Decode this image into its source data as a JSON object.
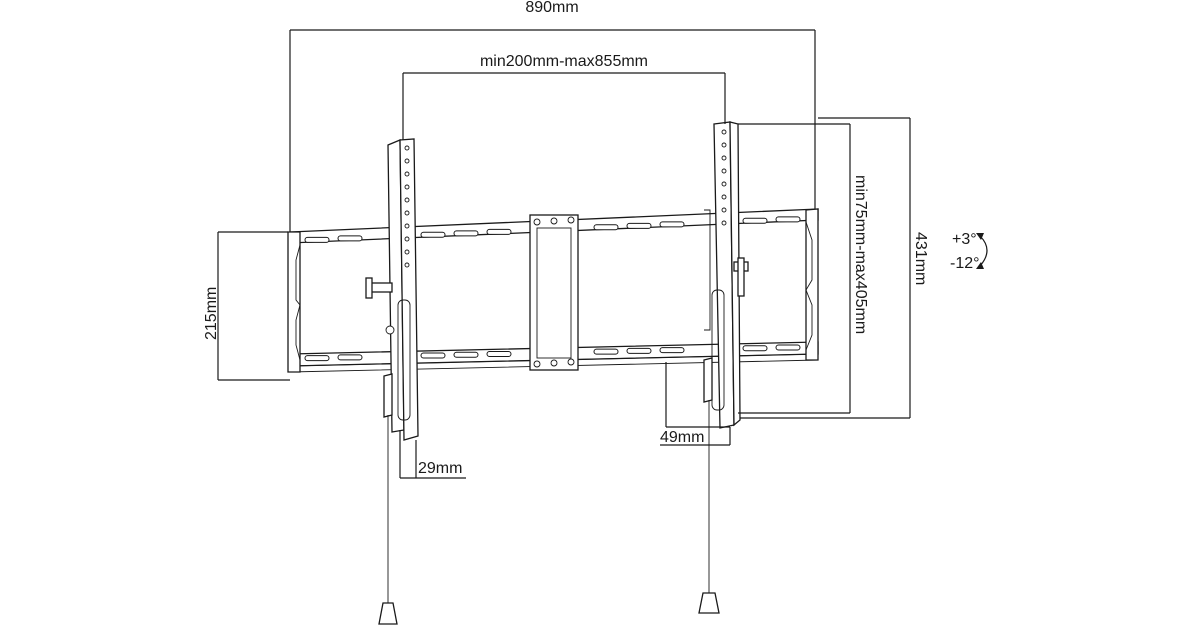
{
  "dimensions": {
    "overall_width": "890mm",
    "vesa_horizontal": "min200mm-max855mm",
    "vesa_vertical": "min75mm-max405mm",
    "bracket_height": "431mm",
    "wall_plate_height": "215mm",
    "profile_depth_min": "29mm",
    "profile_depth_max": "49mm"
  },
  "tilt": {
    "up": "+3°",
    "down": "-12°"
  }
}
